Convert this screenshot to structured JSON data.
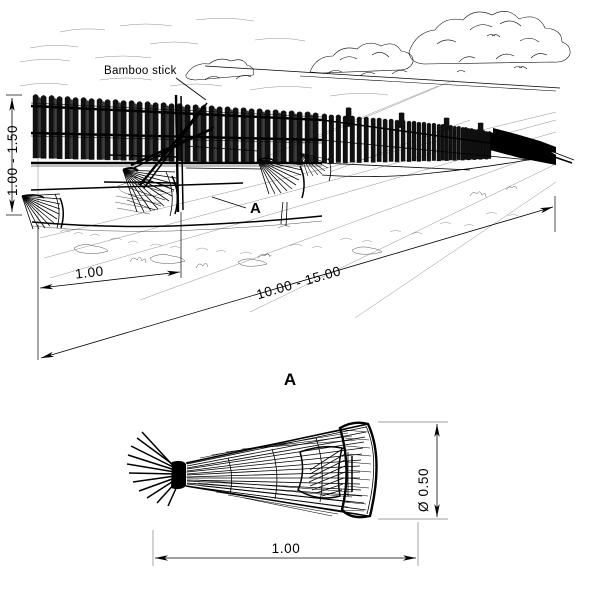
{
  "figure": {
    "kind": "technical-line-drawing",
    "subject": "Bamboo barrier fence with conical bamboo traps",
    "background_color": "#ffffff",
    "ink_color": "#000000"
  },
  "upper_view": {
    "name": "Perspective view of bamboo stake barrier fence",
    "callout_label": "Bamboo stick",
    "detail_marker": "A",
    "dimensions": {
      "fence_height": "1.00 - 1.50",
      "trap_spacing": "1.00",
      "fence_length": "10.00 - 15.00"
    }
  },
  "section_title": "A",
  "lower_view": {
    "name": "Detail A - conical bamboo trap",
    "dimensions": {
      "length": "1.00",
      "diameter": "Ø 0.50"
    }
  }
}
